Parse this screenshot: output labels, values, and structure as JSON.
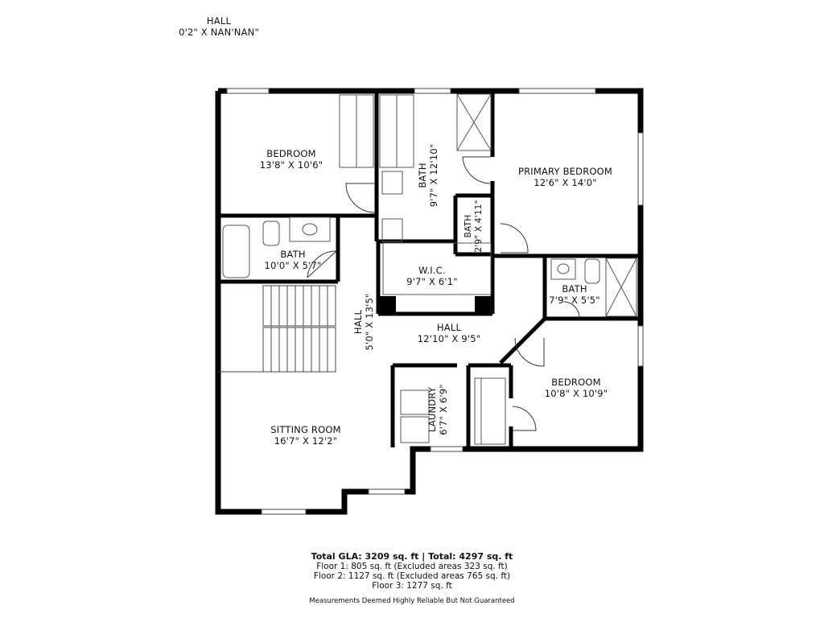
{
  "floating_label": {
    "name": "HALL",
    "dims": "0'2\" X NAN'NAN\""
  },
  "rooms": [
    {
      "id": "bedroom-1",
      "name": "BEDROOM",
      "dims": "13'8\" X 10'6\""
    },
    {
      "id": "bath-upper",
      "name": "BATH",
      "dims": "9'7\" X 12'10\""
    },
    {
      "id": "primary-bedroom",
      "name": "PRIMARY BEDROOM",
      "dims": "12'6\" X 14'0\""
    },
    {
      "id": "bath-small",
      "name": "BATH",
      "dims": "2'9\" X 4'11\""
    },
    {
      "id": "bath-left",
      "name": "BATH",
      "dims": "10'0\" X 5'7\""
    },
    {
      "id": "wic",
      "name": "W.I.C.",
      "dims": "9'7\" X 6'1\""
    },
    {
      "id": "hall-vertical",
      "name": "HALL",
      "dims": "5'0\" X 13'5\""
    },
    {
      "id": "hall-main",
      "name": "HALL",
      "dims": "12'10\" X 9'5\""
    },
    {
      "id": "bath-right",
      "name": "BATH",
      "dims": "7'9\" X 5'5\""
    },
    {
      "id": "bedroom-2",
      "name": "BEDROOM",
      "dims": "10'8\" X 10'9\""
    },
    {
      "id": "laundry",
      "name": "LAUNDRY",
      "dims": "6'7\" X 6'9\""
    },
    {
      "id": "sitting-room",
      "name": "SITTING ROOM",
      "dims": "16'7\" X 12'2\""
    }
  ],
  "summary": {
    "totals": "Total GLA: 3209 sq. ft | Total: 4297 sq. ft",
    "floor1": "Floor 1: 805 sq. ft (Excluded areas 323 sq. ft)",
    "floor2": "Floor 2: 1127 sq. ft (Excluded areas 765 sq. ft)",
    "floor3": "Floor 3: 1277 sq. ft"
  },
  "disclaimer": "Measurements Deemed Highly Reliable But Not Guaranteed",
  "colors": {
    "wall": "#000000",
    "background": "#ffffff",
    "fixture": "#555555"
  }
}
